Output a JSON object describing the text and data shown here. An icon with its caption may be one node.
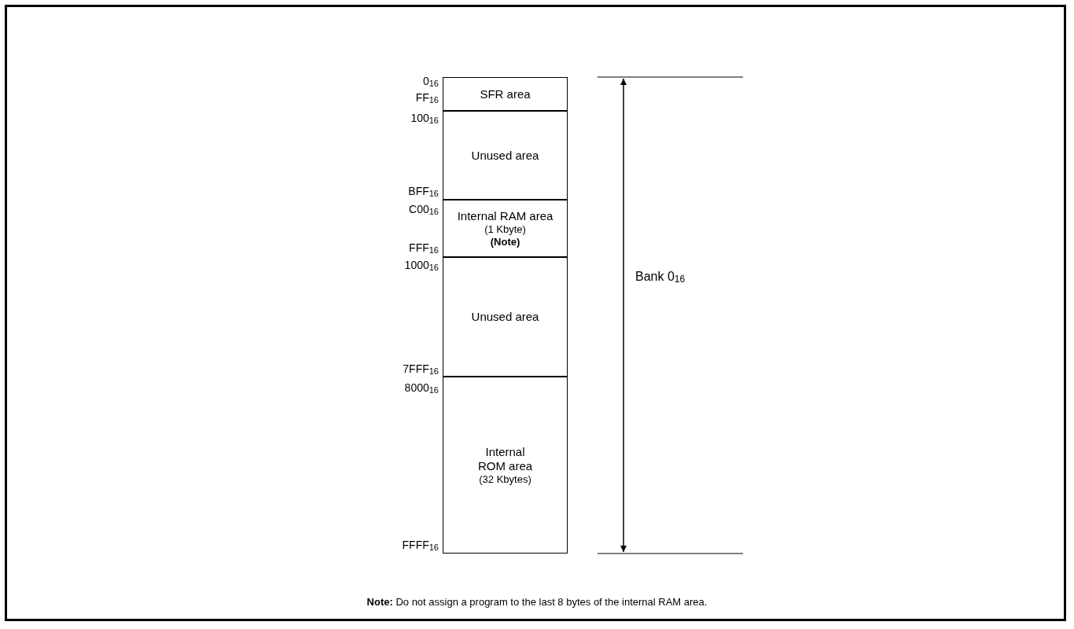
{
  "diagram": {
    "caption": "**Note:** Do not assign a program  to the last 8 bytes of the internal RAM area.",
    "nodes": [
      {
        "text": [
          "SFR area"
        ]
      },
      {
        "text": [
          "Unused area"
        ]
      },
      {
        "text": [
          "Internal RAM area",
          "(1 Kbyte)",
          "(Note)"
        ]
      },
      {
        "text": [
          "Unused area"
        ]
      },
      {
        "text": [
          "Internal ROM area",
          "(32 Kbytes)"
        ]
      }
    ],
    "edges": [],
    "labels": [
      "0$_{16}$",
      "FF$_{16}$",
      "100$_{16}$",
      "BFF$_{16}$",
      "C00$_{16}$",
      "FFF$_{16}$",
      "1000$_{16}$",
      "Bank 0$_{16}$",
      "7FFF$_{16}$",
      "8000$_{16}$",
      "FFFF$_{16}$"
    ]
  }
}
